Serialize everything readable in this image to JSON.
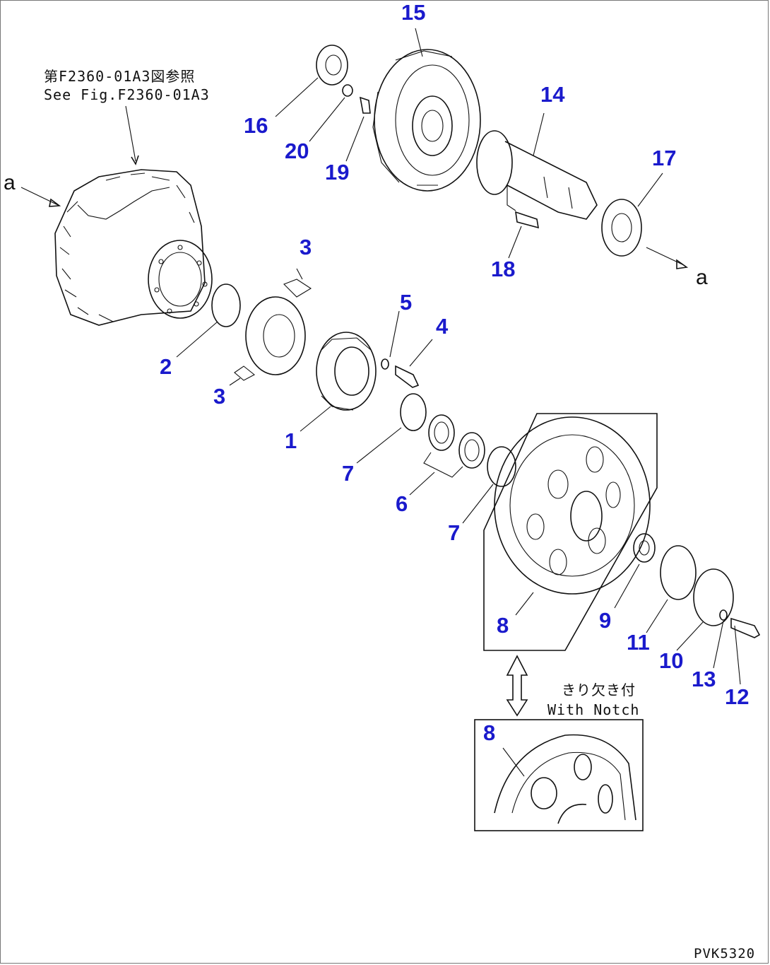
{
  "drawing_code": "PVK5320",
  "reference": {
    "line_jp": "第F2360-01A3図参照",
    "line_en": "See Fig.F2360-01A3"
  },
  "connector_label_left": "a",
  "connector_label_right": "a",
  "detail_note": {
    "line_jp": "きり欠き付",
    "line_en": "With Notch"
  },
  "callouts": {
    "c1": "1",
    "c2": "2",
    "c3a": "3",
    "c3b": "3",
    "c4": "4",
    "c5": "5",
    "c6": "6",
    "c7a": "7",
    "c7b": "7",
    "c8": "8",
    "c8b": "8",
    "c9": "9",
    "c10": "10",
    "c11": "11",
    "c12": "12",
    "c13": "13",
    "c14": "14",
    "c15": "15",
    "c16": "16",
    "c17": "17",
    "c18": "18",
    "c19": "19",
    "c20": "20"
  },
  "colors": {
    "callout": "#1a1acc",
    "linework": "#111111"
  }
}
